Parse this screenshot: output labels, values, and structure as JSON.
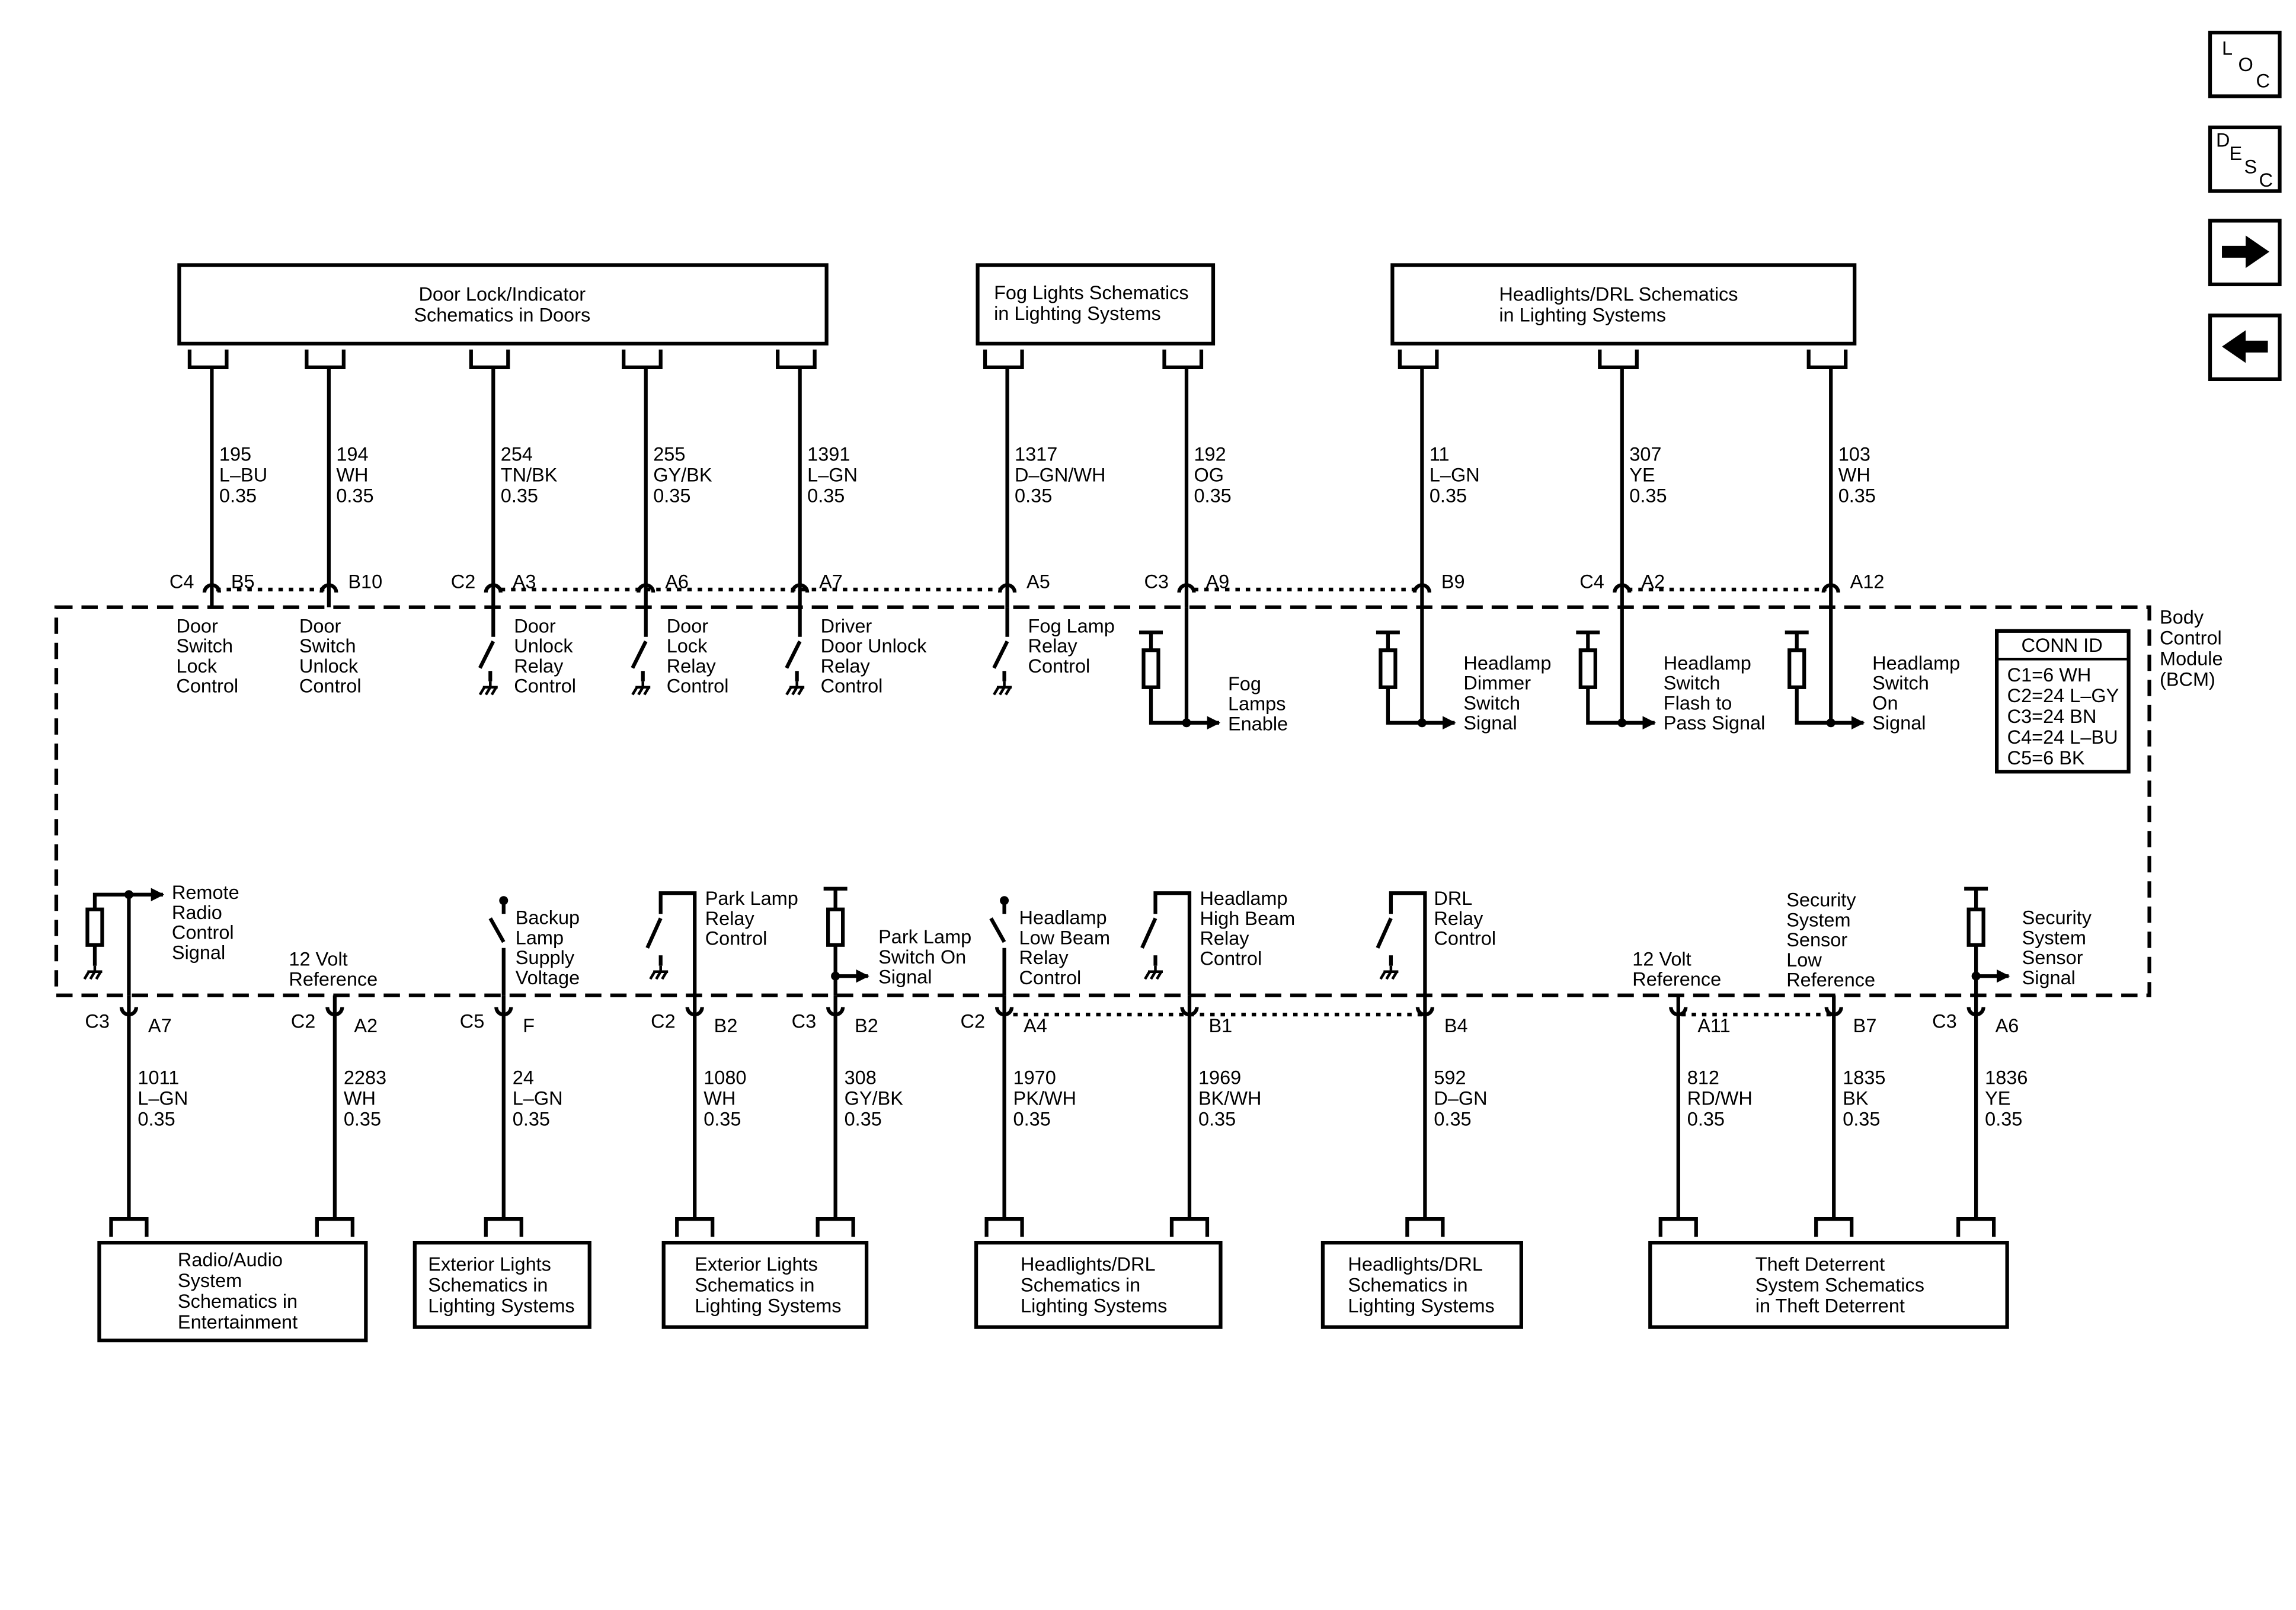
{
  "nav": {
    "loc": [
      "L",
      "O",
      "C"
    ],
    "desc": [
      "D",
      "E",
      "S",
      "C"
    ],
    "next_icon": "right-arrow-icon",
    "prev_icon": "left-arrow-icon"
  },
  "module": {
    "label": [
      "Body",
      "Control",
      "Module",
      "(BCM)"
    ]
  },
  "conn_id": {
    "title": "CONN ID",
    "rows": [
      "C1=6 WH",
      "C2=24 L–GY",
      "C3=24 BN",
      "C4=24 L–BU",
      "C5=6 BK"
    ]
  },
  "top_boxes": [
    [
      "Door Lock/Indicator",
      "Schematics in Doors"
    ],
    [
      "Fog Lights Schematics",
      "in Lighting Systems"
    ],
    [
      "Headlights/DRL Schematics",
      "in Lighting Systems"
    ]
  ],
  "top_circuits": [
    {
      "conn": "C4",
      "pin": "B5",
      "wire": [
        "195",
        "L–BU",
        "0.35"
      ],
      "func": [
        "Door",
        "Switch",
        "Lock",
        "Control"
      ]
    },
    {
      "conn": "",
      "pin": "B10",
      "wire": [
        "194",
        "WH",
        "0.35"
      ],
      "func": [
        "Door",
        "Switch",
        "Unlock",
        "Control"
      ]
    },
    {
      "conn": "C2",
      "pin": "A3",
      "wire": [
        "254",
        "TN/BK",
        "0.35"
      ],
      "func": [
        "Door",
        "Unlock",
        "Relay",
        "Control"
      ]
    },
    {
      "conn": "",
      "pin": "A6",
      "wire": [
        "255",
        "GY/BK",
        "0.35"
      ],
      "func": [
        "Door",
        "Lock",
        "Relay",
        "Control"
      ]
    },
    {
      "conn": "",
      "pin": "A7",
      "wire": [
        "1391",
        "L–GN",
        "0.35"
      ],
      "func": [
        "Driver",
        "Door Unlock",
        "Relay",
        "Control"
      ]
    },
    {
      "conn": "",
      "pin": "A5",
      "wire": [
        "1317",
        "D–GN/WH",
        "0.35"
      ],
      "func": [
        "Fog Lamp",
        "Relay",
        "Control"
      ]
    },
    {
      "conn": "C3",
      "pin": "A9",
      "wire": [
        "192",
        "OG",
        "0.35"
      ],
      "func": [
        "Fog",
        "Lamps",
        "Enable"
      ]
    },
    {
      "conn": "",
      "pin": "B9",
      "wire": [
        "11",
        "L–GN",
        "0.35"
      ],
      "func": [
        "Headlamp",
        "Dimmer",
        "Switch",
        "Signal"
      ]
    },
    {
      "conn": "C4",
      "pin": "A2",
      "wire": [
        "307",
        "YE",
        "0.35"
      ],
      "func": [
        "Headlamp",
        "Switch",
        "Flash to",
        "Pass Signal"
      ]
    },
    {
      "conn": "",
      "pin": "A12",
      "wire": [
        "103",
        "WH",
        "0.35"
      ],
      "func": [
        "Headlamp",
        "Switch",
        "On",
        "Signal"
      ]
    }
  ],
  "bottom_circuits": [
    {
      "conn": "C3",
      "pin": "A7",
      "wire": [
        "1011",
        "L–GN",
        "0.35"
      ],
      "func": [
        "Remote",
        "Radio",
        "Control",
        "Signal"
      ]
    },
    {
      "conn": "C2",
      "pin": "A2",
      "wire": [
        "2283",
        "WH",
        "0.35"
      ],
      "func": [
        "12 Volt",
        "Reference"
      ]
    },
    {
      "conn": "C5",
      "pin": "F",
      "wire": [
        "24",
        "L–GN",
        "0.35"
      ],
      "func": [
        "Backup",
        "Lamp",
        "Supply",
        "Voltage"
      ]
    },
    {
      "conn": "C2",
      "pin": "B2",
      "wire": [
        "1080",
        "WH",
        "0.35"
      ],
      "func": [
        "Park Lamp",
        "Relay",
        "Control"
      ]
    },
    {
      "conn": "C3",
      "pin": "B2",
      "wire": [
        "308",
        "GY/BK",
        "0.35"
      ],
      "func": [
        "Park Lamp",
        "Switch On",
        "Signal"
      ]
    },
    {
      "conn": "C2",
      "pin": "A4",
      "wire": [
        "1970",
        "PK/WH",
        "0.35"
      ],
      "func": [
        "Headlamp",
        "Low Beam",
        "Relay",
        "Control"
      ]
    },
    {
      "conn": "",
      "pin": "B1",
      "wire": [
        "1969",
        "BK/WH",
        "0.35"
      ],
      "func": [
        "Headlamp",
        "High Beam",
        "Relay",
        "Control"
      ]
    },
    {
      "conn": "",
      "pin": "B4",
      "wire": [
        "592",
        "D–GN",
        "0.35"
      ],
      "func": [
        "DRL",
        "Relay",
        "Control"
      ]
    },
    {
      "conn": "",
      "pin": "A11",
      "wire": [
        "812",
        "RD/WH",
        "0.35"
      ],
      "func": [
        "12 Volt",
        "Reference"
      ]
    },
    {
      "conn": "",
      "pin": "B7",
      "wire": [
        "1835",
        "BK",
        "0.35"
      ],
      "func": [
        "Security",
        "System",
        "Sensor",
        "Low",
        "Reference"
      ]
    },
    {
      "conn": "C3",
      "pin": "A6",
      "wire": [
        "1836",
        "YE",
        "0.35"
      ],
      "func": [
        "Security",
        "System",
        "Sensor",
        "Signal"
      ]
    }
  ],
  "bottom_boxes": [
    [
      "Radio/Audio",
      "System",
      "Schematics in",
      "Entertainment"
    ],
    [
      "Exterior Lights",
      "Schematics in",
      "Lighting Systems"
    ],
    [
      "Exterior Lights",
      "Schematics in",
      "Lighting Systems"
    ],
    [
      "Headlights/DRL",
      "Schematics in",
      "Lighting Systems"
    ],
    [
      "Headlights/DRL",
      "Schematics in",
      "Lighting Systems"
    ],
    [
      "Theft Deterrent",
      "System Schematics",
      "in Theft Deterrent"
    ]
  ]
}
